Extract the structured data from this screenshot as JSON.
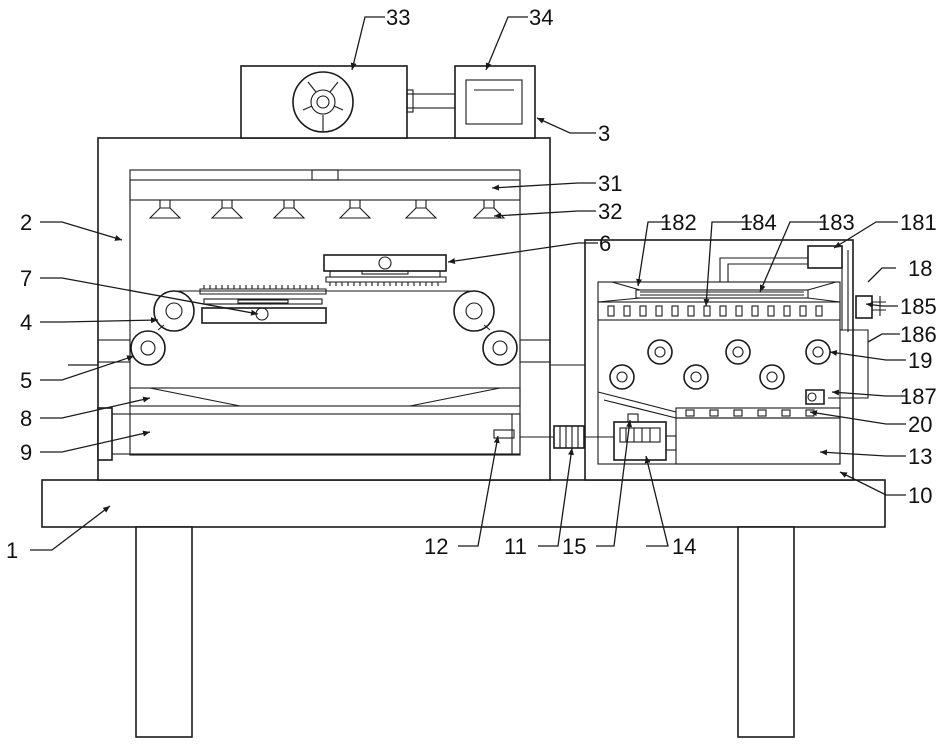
{
  "labels": {
    "l1": "1",
    "l2": "2",
    "l3": "3",
    "l4": "4",
    "l5": "5",
    "l6": "6",
    "l7": "7",
    "l8": "8",
    "l9": "9",
    "l10": "10",
    "l11": "11",
    "l12": "12",
    "l13": "13",
    "l14": "14",
    "l15": "15",
    "l18": "18",
    "l19": "19",
    "l20": "20",
    "l31": "31",
    "l32": "32",
    "l33": "33",
    "l34": "34",
    "l181": "181",
    "l182": "182",
    "l183": "183",
    "l184": "184",
    "l185": "185",
    "l186": "186",
    "l187": "187"
  }
}
